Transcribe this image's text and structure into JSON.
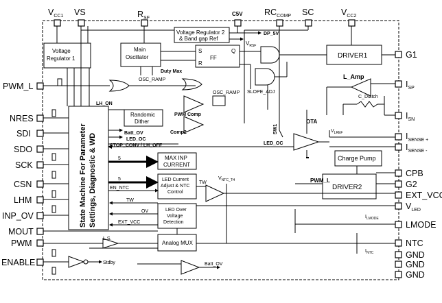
{
  "colors": {
    "line": "#000000",
    "background": "#ffffff"
  },
  "top_pins": {
    "vcc1": "V",
    "vcc1_sub": "CC1",
    "vs": "VS",
    "rsf": "R",
    "rsf_sub": "SF",
    "c5v": "C5V",
    "rcc": "RC",
    "rcc_sub": "COMP",
    "sc": "SC",
    "vcc2": "V",
    "vcc2_sub": "CC2"
  },
  "left_pins": {
    "pwm_l": "PWM_L",
    "nres": "NRES",
    "sdi": "SDI",
    "sdo": "SDO",
    "sck": "SCK",
    "csn": "CSN",
    "lhm": "LHM",
    "inp_ov": "INP_OV",
    "mout": "MOUT",
    "pwm": "PWM",
    "enable": "ENABLE"
  },
  "right_pins": {
    "g1": "G1",
    "isp": "I",
    "isp_sub": "SP",
    "isn": "I",
    "isn_sub": "SN",
    "isense_p": "I",
    "isense_p_sub": "SENSE +",
    "isense_m": "I",
    "isense_m_sub": "SENSE -",
    "cpb": "CPB",
    "g2": "G2",
    "ext_vcc": "EXT_VCC",
    "vled": "V",
    "vled_sub": "LED",
    "lmode": "LMODE",
    "ntc": "NTC",
    "gnd": "GND"
  },
  "blocks": {
    "vreg1": [
      "Voltage",
      "Regulator 1"
    ],
    "main_osc": [
      "Main",
      "Oscillator"
    ],
    "vreg2": [
      "Voltage Regulator 2",
      "& Band gap Ref"
    ],
    "ff_s": "S",
    "ff_q": "Q",
    "ff_r": "R",
    "ff_label": "FF",
    "driver1": "DRIVER1",
    "random_dither": [
      "Randomic",
      "Dither"
    ],
    "state_machine": [
      "State Machine For Parameter",
      "Settings, Diagnostic & WD"
    ],
    "max_inp": [
      "MAX  INP",
      "CURRENT"
    ],
    "led_current": [
      "LED Current",
      "Adjust & NTC",
      "Control"
    ],
    "led_over": [
      "LED Over",
      "Voltage",
      "Detection"
    ],
    "analog_mux": "Analog MUX",
    "charge_pump": "Charge Pump",
    "driver2": "DRIVER2"
  },
  "signals": {
    "dp5v": "DP_5V",
    "vrsf": "V",
    "vrsf_sub": "RSF",
    "duty_max": "Duty Max",
    "osc_ramp": "OSC_RAMP",
    "osc_ramp2": "OSC_RAMP",
    "slope_adj": "SLOPE_ADJ",
    "l_amp": "L_Amp",
    "c_dlatch": "C_Dlatch",
    "lh_on": "LH_ON",
    "pwm_comp": "PWM Comp",
    "comp2": "Comp2",
    "ota": "OTA",
    "sw1": "SW1",
    "vlref": "V",
    "vlref_sub": "LREF",
    "led_oc": "LED_OC",
    "led_oc2": "LED_OC",
    "batt_ov": "Batt_OV",
    "stop_conv": "STOP_CONV / LH_OFF",
    "five_a": "5",
    "five_b": "5",
    "en_ntc": "EN_NTC",
    "tw": "TW",
    "tw2": "TW",
    "vntc_th": "V",
    "vntc_th_sub": "NTC_TH",
    "ov": "OV",
    "ext_vcc_sig": "EXT_VCC",
    "pwm_l_sig": "PWM_L",
    "ilmode": "I",
    "ilmode_sub": "LMODE",
    "intc": "I",
    "intc_sub": "NTC",
    "ls": "L.S.",
    "stdby": "Stdby",
    "batt_ov2": "Batt_OV"
  }
}
